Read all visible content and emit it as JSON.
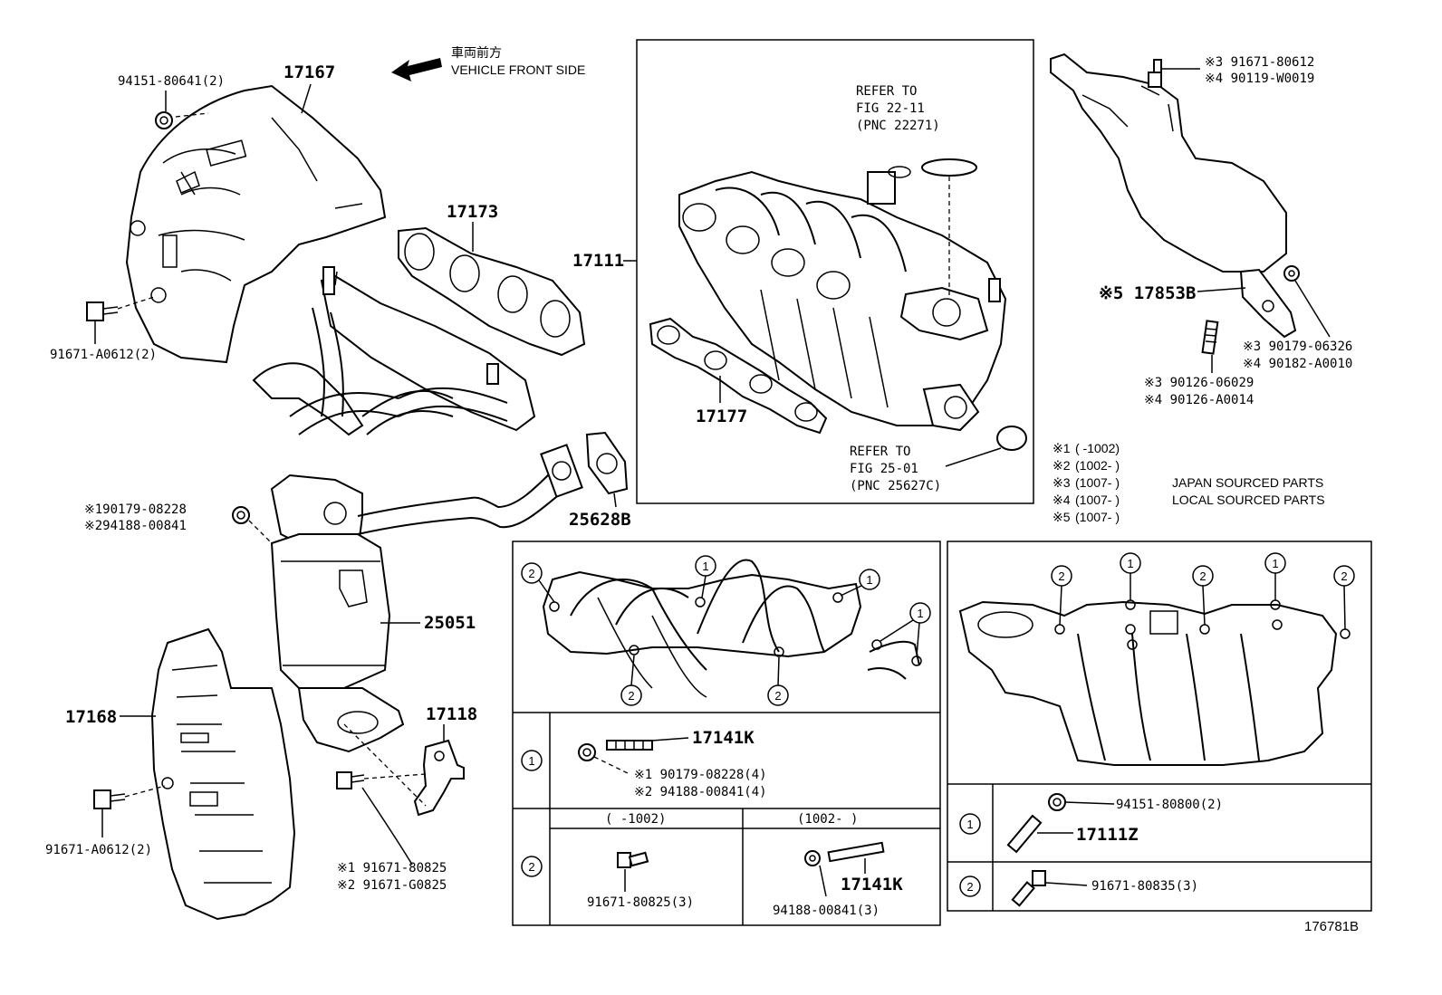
{
  "diagram_id": "176781B",
  "front_label": {
    "jp": "車両前方",
    "en": "VEHICLE FRONT SIDE"
  },
  "callouts": {
    "p17167": "17167",
    "p94151_80641": "94151-80641(2)",
    "p91671_A0612_top": "91671-A0612(2)",
    "p17173": "17173",
    "p17111": "17111",
    "p17177": "17177",
    "p25628B": "25628B",
    "p25051": "25051",
    "p17168": "17168",
    "p91671_A0612_bot": "91671-A0612(2)",
    "p17118": "17118",
    "p17118_n1": "※1 91671-80825",
    "p17118_n2": "※2 91671-G0825",
    "p_nut_n1": "※190179-08228",
    "p_nut_n2": "※294188-00841",
    "p17853B": "※5 17853B",
    "top_n3": "※3  91671-80612",
    "top_n4": "※4  90119-W0019",
    "mid_n3": "※3  90179-06326",
    "mid_n4": "※4  90182-A0010",
    "stud_n3": "※3  90126-06029",
    "stud_n4": "※4  90126-A0014"
  },
  "refer_top": {
    "line1": "REFER TO",
    "line2": "FIG 22-11",
    "line3": "(PNC 22271)"
  },
  "refer_bottom": {
    "line1": "REFER TO",
    "line2": "FIG 25-01",
    "line3": "(PNC 25627C)"
  },
  "notes": [
    {
      "mark": "※1",
      "range": "(      -1002)",
      "desc": ""
    },
    {
      "mark": "※2",
      "range": "(1002-      )",
      "desc": ""
    },
    {
      "mark": "※3",
      "range": "(1007-      )",
      "desc": "JAPAN SOURCED PARTS"
    },
    {
      "mark": "※4",
      "range": "(1007-      )",
      "desc": "LOCAL SOURCED PARTS"
    },
    {
      "mark": "※5",
      "range": "(1007-      )",
      "desc": ""
    }
  ],
  "exh_table": {
    "circle1": "1",
    "circle2": "2",
    "row1_stud": "17141K",
    "row1_n1": "※1  90179-08228(4)",
    "row1_n2": "※2  94188-00841(4)",
    "col_a_head": "(     -1002)",
    "col_b_head": "(1002-     )",
    "row2_a": "91671-80825(3)",
    "row2_b_stud": "17141K",
    "row2_b_nut": "94188-00841(3)"
  },
  "int_table": {
    "circle1": "1",
    "circle2": "2",
    "row1_nut": "94151-80800(2)",
    "row1_stud": "17111Z",
    "row2_bolt": "91671-80835(3)"
  }
}
